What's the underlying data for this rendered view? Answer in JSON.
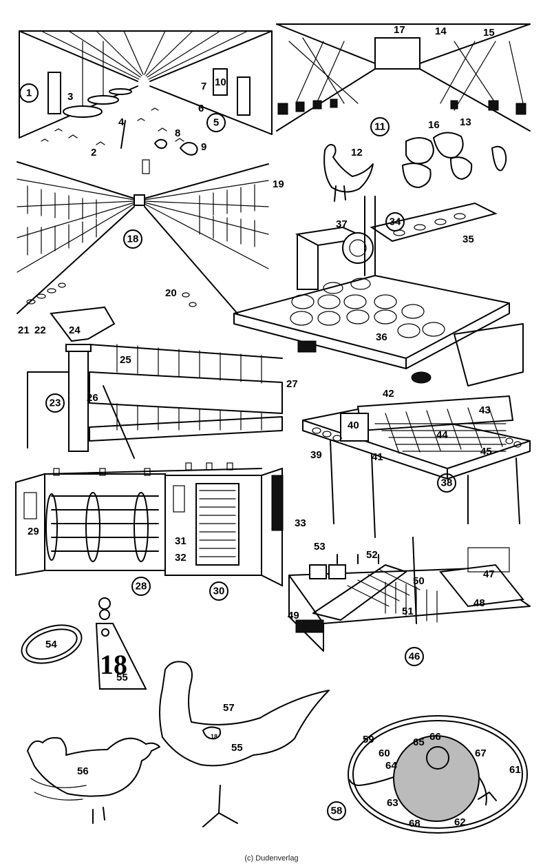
{
  "credit": "(c) Dudenverlag",
  "circled_labels": [
    "1",
    "5",
    "11",
    "18",
    "23",
    "28",
    "30",
    "34",
    "38",
    "46",
    "58"
  ],
  "labels": [
    "2",
    "3",
    "4",
    "6",
    "7",
    "8",
    "9",
    "10",
    "12",
    "13",
    "14",
    "15",
    "16",
    "17",
    "19",
    "20",
    "21",
    "22",
    "24",
    "25",
    "26",
    "27",
    "29",
    "31",
    "32",
    "33",
    "35",
    "36",
    "37",
    "39",
    "40",
    "41",
    "42",
    "43",
    "44",
    "45",
    "47",
    "48",
    "49",
    "50",
    "51",
    "52",
    "53",
    "54",
    "55",
    "56",
    "57",
    "59",
    "60",
    "61",
    "62",
    "63",
    "64",
    "65",
    "66",
    "67",
    "68"
  ],
  "tag_number": "18",
  "leg_band_number": "18"
}
